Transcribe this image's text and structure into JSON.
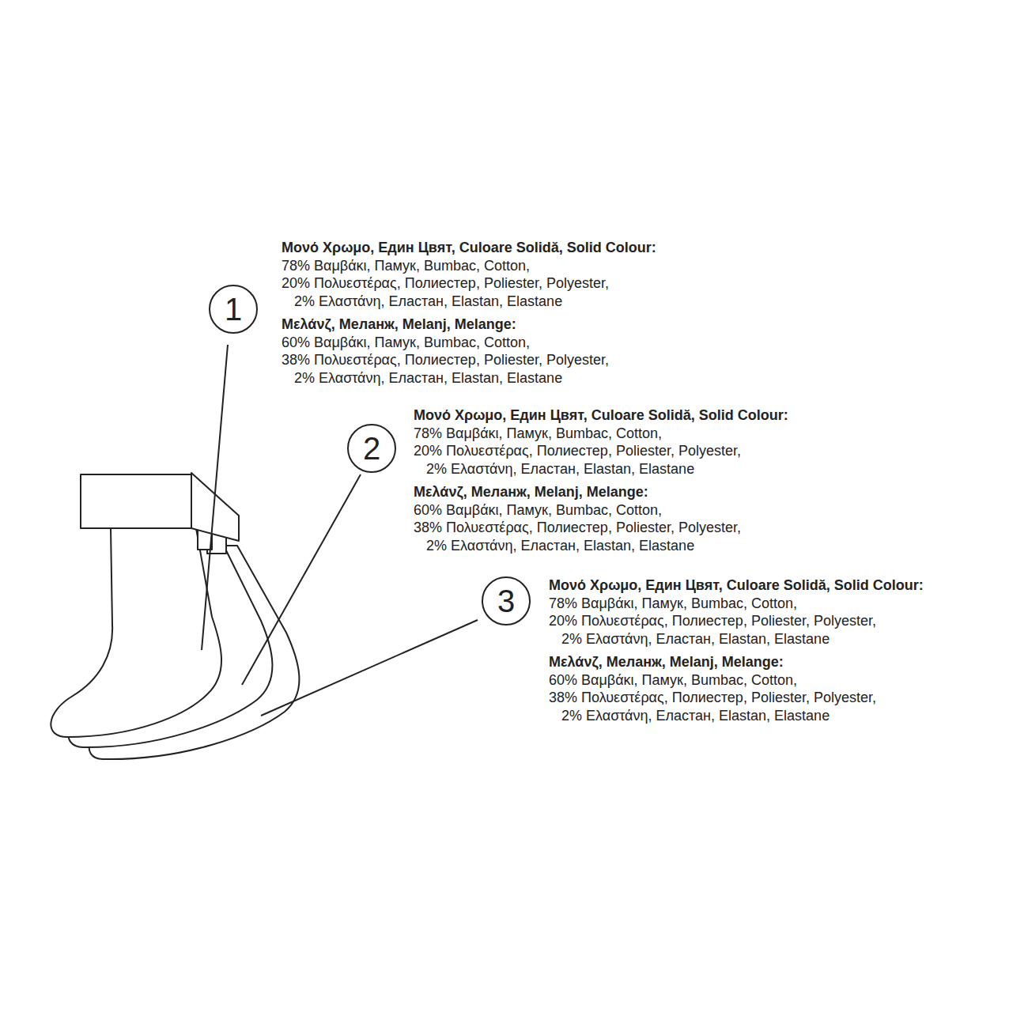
{
  "diagram": {
    "nodes": [
      {
        "text": [
          "1"
        ]
      },
      {
        "text": [
          "2"
        ]
      },
      {
        "text": [
          "3"
        ]
      }
    ],
    "labels": [
      "Μονό Χρωμο, Един Цвят, Culoare Solidă, Solid Colour:",
      "78% Βαμβάκι, Памук, Bumbac, Cotton,",
      "20% Πολυεστέρας, Полиестер, Poliester, Polyester,",
      "2% Ελαστάνη, Еластан, Elastan, Elastane",
      "Μελάνζ, Меланж, Melanj, Melange:",
      "60% Βαμβάκι, Памук, Bumbac, Cotton,",
      "38% Πολυεστέρας, Полиестер, Poliester, Polyester,",
      "2% Ελαστάνη, Еластан, Elastan, Elastane",
      "Μονό Χρωμο, Един Цвят, Culoare Solidă, Solid Colour:",
      "78% Βαμβάκι, Памук, Bumbac, Cotton,",
      "20% Πολυεστέρας, Полиестер, Poliester, Polyester,",
      "2% Ελαστάνη, Еластан, Elastan, Elastane",
      "Μελάνζ, Меланж, Melanj, Melange:",
      "60% Βαμβάκι, Памук, Bumbac, Cotton,",
      "38% Πολυεστέρας, Полиестер, Poliester, Polyester,",
      "2% Ελαστάνη, Еластан, Elastan, Elastane",
      "Μονό Χρωμο, Един Цвят, Culoare Solidă, Solid Colour:",
      "78% Βαμβάκι, Памук, Bumbac, Cotton,",
      "20% Πολυεστέρας, Полиестер, Poliester, Polyester,",
      "2% Ελαστάνη, Еластан, Elastan, Elastane",
      "Μελάνζ, Меланж, Melanj, Melange:",
      "60% Βαμβάκι, Памук, Bumbac, Cotton,",
      "38% Πολυεστέρας, Полиестер, Poliester, Polyester,",
      "2% Ελαστάνη, Еластан, Elastan, Elastane"
    ]
  }
}
